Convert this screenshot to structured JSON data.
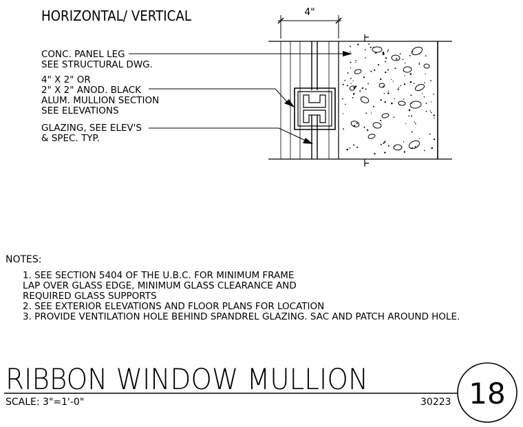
{
  "view_label": "HORIZONTAL/ VERTICAL",
  "dimension": "4\"",
  "callouts": [
    {
      "lines": [
        "CONC. PANEL LEG",
        "SEE STRUCTURAL DWG."
      ]
    },
    {
      "lines": [
        "4\" X 2\" OR",
        "2\" X 2\" ANOD. BLACK",
        "ALUM. MULLION SECTION",
        "SEE ELEVATIONS"
      ]
    },
    {
      "lines": [
        "GLAZING, SEE ELEV'S",
        "& SPEC. TYP."
      ]
    }
  ],
  "notes": {
    "heading": "NOTES:",
    "lines": [
      "1. SEE SECTION 5404 OF THE U.B.C. FOR MINIMUM FRAME",
      "LAP OVER GLASS EDGE, MINIMUM GLASS CLEARANCE AND",
      "REQUIRED GLASS SUPPORTS",
      "2. SEE EXTERIOR ELEVATIONS AND FLOOR PLANS FOR LOCATION",
      "3. PROVIDE VENTILATION HOLE BEHIND SPANDREL GLAZING. SAC AND PATCH AROUND HOLE."
    ]
  },
  "title_block": {
    "title": "RIBBON WINDOW MULLION",
    "scale": "SCALE: 3\"=1'-0\"",
    "drawing_code": "30223",
    "detail_number": "18"
  }
}
